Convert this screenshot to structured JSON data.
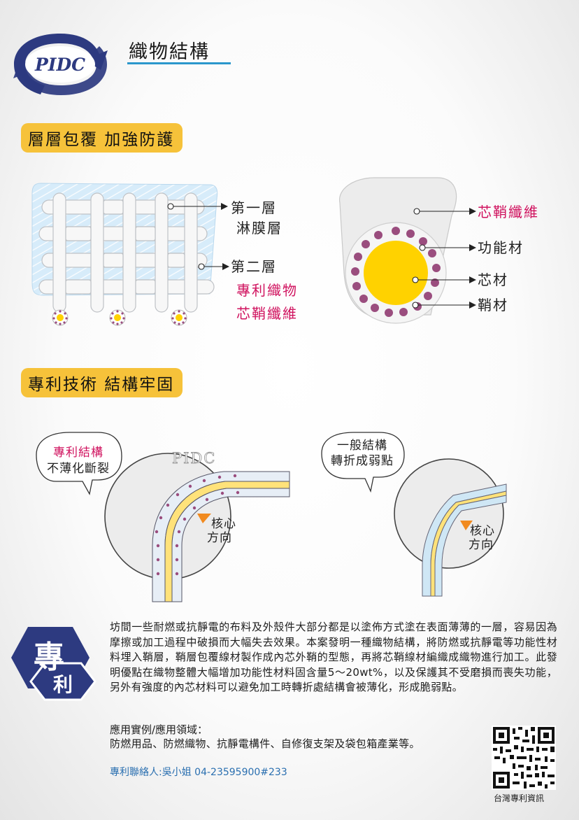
{
  "header": {
    "logo_text": "PIDC",
    "title": "織物結構"
  },
  "section1": {
    "banner": "層層包覆 加強防護",
    "left_labels": {
      "layer1": "第一層",
      "layer1_name": "淋膜層",
      "layer2": "第二層",
      "layer2_name_1": "專利織物",
      "layer2_name_2": "芯鞘纖維"
    },
    "right_labels": {
      "core_sheath_fiber": "芯鞘纖維",
      "functional": "功能材",
      "core": "芯材",
      "sheath": "鞘材"
    }
  },
  "section2": {
    "banner": "專利技術  結構牢固",
    "left": {
      "bubble_line1": "專利結構",
      "bubble_line2": "不薄化斷裂",
      "watermark": "PIDC",
      "arrow_line1": "核心",
      "arrow_line2": "方向"
    },
    "right": {
      "bubble_line1": "一般結構",
      "bubble_line2": "轉折成弱點",
      "arrow_line1": "核心",
      "arrow_line2": "方向"
    }
  },
  "badge": {
    "char1": "專",
    "char2": "利"
  },
  "description": "坊間一些耐燃或抗靜電的布料及外殼件大部分都是以塗佈方式塗在表面薄薄的一層，容易因為摩擦或加工過程中破損而大幅失去效果。本案發明一種織物結構，將防燃或抗靜電等功能性材料埋入鞘層，鞘層包覆線材製作成內芯外鞘的型態，再將芯鞘線材編織成織物進行加工。此發明優點在織物整體大幅增加功能性材料固含量5～20wt%，以及保護其不受磨損而喪失功能，另外有強度的內芯材料可以避免加工時轉折處結構會被薄化，形成脆弱點。",
  "applications": {
    "heading": "應用實例/應用領域：",
    "text": "防燃用品、防燃織物、抗靜電構件、自修復支架及袋包箱產業等。"
  },
  "contact": "專利聯絡人:吳小姐 04-23595900#233",
  "qr_caption": "台灣專利資訊",
  "colors": {
    "accent_blue": "#2b97cc",
    "banner_yellow": "#f6c23a",
    "red": "#d0135f",
    "purple": "#9a4d7e",
    "core_yellow": "#ffd200",
    "logo_navy": "#2d3a80"
  }
}
